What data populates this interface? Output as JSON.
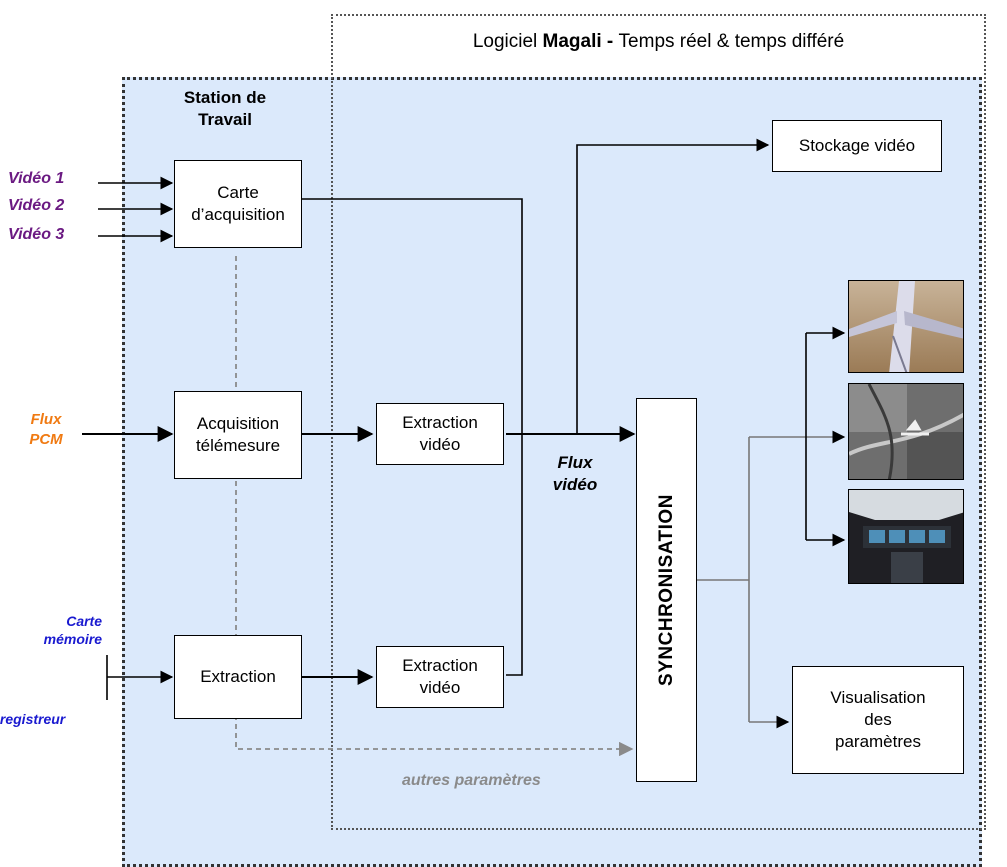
{
  "software_frame": {
    "prefix": "Logiciel ",
    "name": "Magali",
    "separator": " - ",
    "suffix": "Temps réel & temps différé"
  },
  "workstation": {
    "title_line1": "Station de",
    "title_line2": "Travail"
  },
  "inputs": {
    "video1": "Vidéo 1",
    "video2": "Vidéo 2",
    "video3": "Vidéo 3",
    "flux_pcm_line1": "Flux",
    "flux_pcm_line2": "PCM",
    "carte_memoire_line1": "Carte",
    "carte_memoire_line2": "mémoire",
    "enregistreur": "Enregistreur"
  },
  "boxes": {
    "carte_acq_line1": "Carte",
    "carte_acq_line2": "d’acquisition",
    "acq_tele_line1": "Acquisition",
    "acq_tele_line2": "télémesure",
    "extraction": "Extraction",
    "extr_video_1_line1": "Extraction",
    "extr_video_1_line2": "vidéo",
    "extr_video_2_line1": "Extraction",
    "extr_video_2_line2": "vidéo",
    "stockage": "Stockage vidéo",
    "sync": "SYNCHRONISATION",
    "visu_line1": "Visualisation",
    "visu_line2": "des",
    "visu_line3": "paramètres"
  },
  "labels": {
    "flux_video_line1": "Flux",
    "flux_video_line2": "vidéo",
    "autres": "autres paramètres"
  },
  "colors": {
    "workstation_bg": "#dbe9fb",
    "video_label": "#6b1a82",
    "pcm_label": "#f07a12",
    "carte_label": "#1a1ad0",
    "dashed_gray": "#8a8a8a"
  },
  "thumbnails": [
    "aircraft-view",
    "aerial-view",
    "cockpit-view"
  ]
}
